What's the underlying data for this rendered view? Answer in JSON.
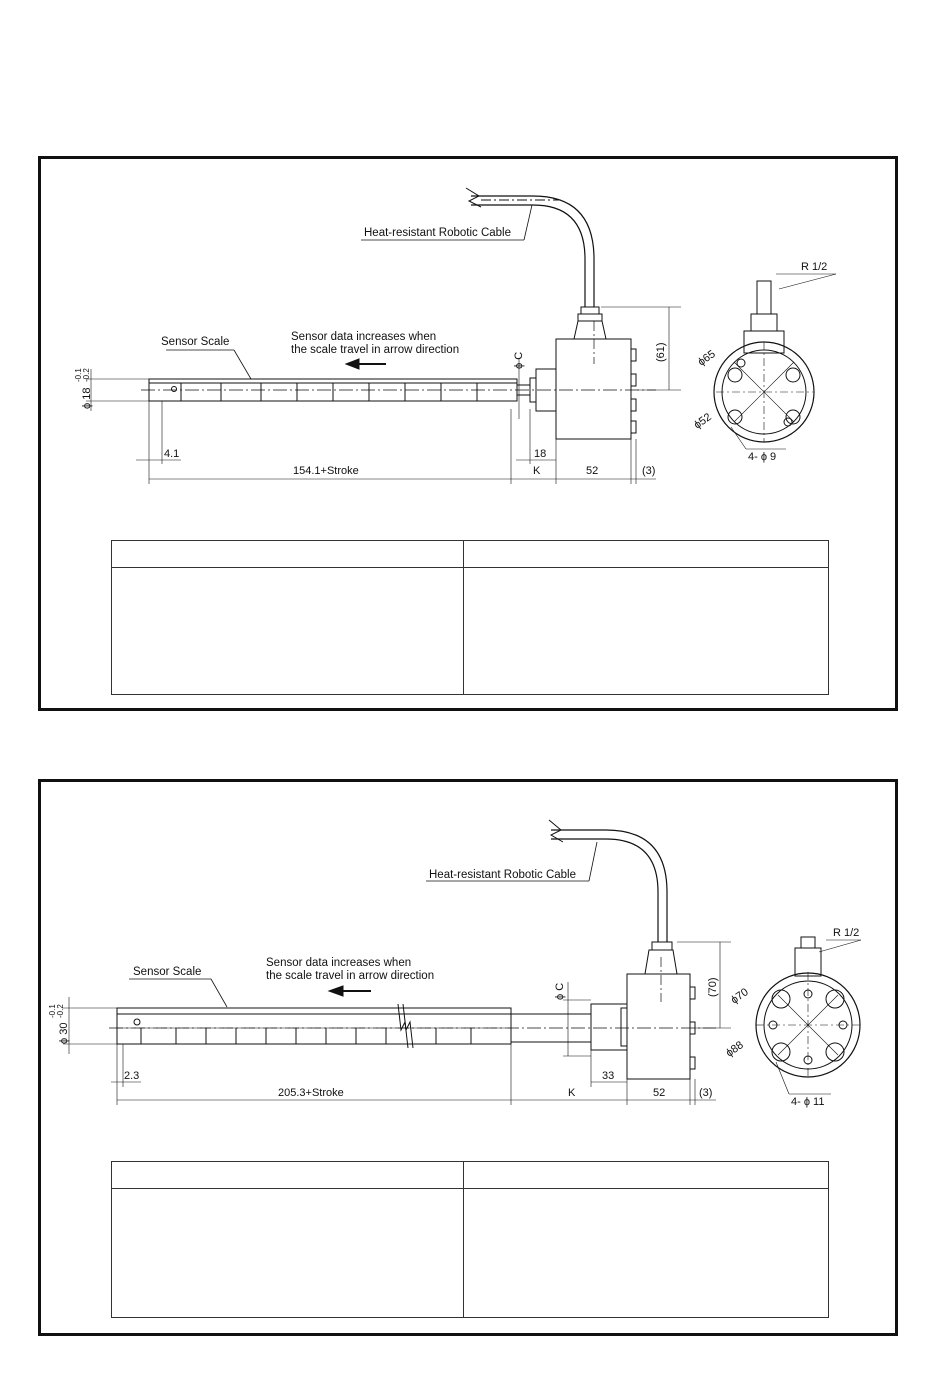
{
  "drawings": [
    {
      "cable_label": "Heat-resistant Robotic Cable",
      "sensor_scale_label": "Sensor Scale",
      "arrow_note_line1": "Sensor data increases when",
      "arrow_note_line2": "the scale travel in arrow direction",
      "rod_diameter": "ϕ 18",
      "rod_tol_upper": "-0.1",
      "rod_tol_lower": "-0.2",
      "phi_c": "ϕ C",
      "height_dim": "(61)",
      "dim_end": "4.1",
      "dim_length": "154.1+Stroke",
      "dim_flange": "18",
      "dim_k": "K",
      "dim_body": "52",
      "dim_gap": "(3)",
      "thread": "R 1/2",
      "pcd_outer": "ϕ65",
      "pcd_inner": "ϕ52",
      "holes": "4- ϕ 9",
      "table": {
        "headers": [
          "",
          ""
        ],
        "rows": [
          [
            "",
            ""
          ]
        ]
      }
    },
    {
      "cable_label": "Heat-resistant Robotic Cable",
      "sensor_scale_label": "Sensor Scale",
      "arrow_note_line1": "Sensor data increases when",
      "arrow_note_line2": "the scale travel in arrow direction",
      "rod_diameter": "ϕ 30",
      "rod_tol_upper": "-0.1",
      "rod_tol_lower": "-0.2",
      "phi_c": "ϕ C",
      "height_dim": "(70)",
      "dim_end": "2.3",
      "dim_length": "205.3+Stroke",
      "dim_flange": "33",
      "dim_k": "K",
      "dim_body": "52",
      "dim_gap": "(3)",
      "thread": "R 1/2",
      "pcd_outer": "ϕ70",
      "pcd_inner": "ϕ88",
      "holes": "4- ϕ 11",
      "table": {
        "headers": [
          "",
          ""
        ],
        "rows": [
          [
            "",
            ""
          ]
        ]
      }
    }
  ]
}
